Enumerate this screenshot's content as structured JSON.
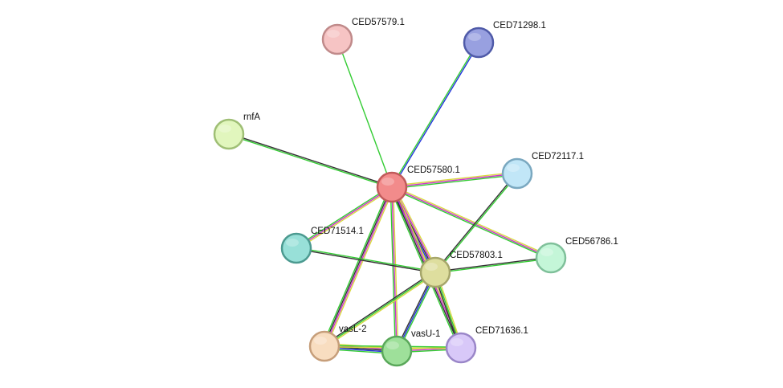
{
  "network": {
    "nodes": [
      {
        "id": "CED57580.1",
        "label": "CED57580.1",
        "color": "#f28b8b",
        "stroke": "#c05a5a"
      },
      {
        "id": "CED57579.1",
        "label": "CED57579.1",
        "color": "#f6c4c4",
        "stroke": "#c08a8a"
      },
      {
        "id": "CED71298.1",
        "label": "CED71298.1",
        "color": "#98a0e0",
        "stroke": "#4f5aa8"
      },
      {
        "id": "rnfA",
        "label": "rnfA",
        "color": "#e1f6bd",
        "stroke": "#9fbf75"
      },
      {
        "id": "CED72117.1",
        "label": "CED72117.1",
        "color": "#c1e6f7",
        "stroke": "#7aa8c0"
      },
      {
        "id": "CED71514.1",
        "label": "CED71514.1",
        "color": "#98e0d8",
        "stroke": "#4c9a90"
      },
      {
        "id": "CED56786.1",
        "label": "CED56786.1",
        "color": "#c4f6d8",
        "stroke": "#7fc09a"
      },
      {
        "id": "CED57803.1",
        "label": "CED57803.1",
        "color": "#dede9e",
        "stroke": "#a6a66a"
      },
      {
        "id": "vasL-2",
        "label": "vasL-2",
        "color": "#f8ddc0",
        "stroke": "#c69e7a"
      },
      {
        "id": "vasU-1",
        "label": "vasU-1",
        "color": "#9ee09a",
        "stroke": "#5aa85a"
      },
      {
        "id": "CED71636.1",
        "label": "CED71636.1",
        "color": "#d8c8f8",
        "stroke": "#9a86c8"
      }
    ],
    "edges": [
      {
        "source": "CED57580.1",
        "target": "CED57579.1",
        "evidence": [
          "#33cc33"
        ]
      },
      {
        "source": "CED57580.1",
        "target": "CED71298.1",
        "evidence": [
          "#33cc33",
          "#2233dd"
        ]
      },
      {
        "source": "CED57580.1",
        "target": "rnfA",
        "evidence": [
          "#33cc33",
          "#333333"
        ]
      },
      {
        "source": "CED57580.1",
        "target": "CED72117.1",
        "evidence": [
          "#d8d840",
          "#cc33cc",
          "#33cc33"
        ]
      },
      {
        "source": "CED57580.1",
        "target": "CED71514.1",
        "evidence": [
          "#d8d840",
          "#cc33cc",
          "#33cc33"
        ]
      },
      {
        "source": "CED57580.1",
        "target": "CED56786.1",
        "evidence": [
          "#d8d840",
          "#cc33cc",
          "#33cc33"
        ]
      },
      {
        "source": "CED57580.1",
        "target": "CED57803.1",
        "evidence": [
          "#d8d840",
          "#cc33cc",
          "#333333",
          "#2233dd",
          "#33cc33"
        ]
      },
      {
        "source": "CED57580.1",
        "target": "vasL-2",
        "evidence": [
          "#d8d840",
          "#cc33cc",
          "#333333",
          "#33cc33"
        ]
      },
      {
        "source": "CED57580.1",
        "target": "vasU-1",
        "evidence": [
          "#d8d840",
          "#cc33cc",
          "#33cc33"
        ]
      },
      {
        "source": "CED57580.1",
        "target": "CED71636.1",
        "evidence": [
          "#d8d840",
          "#cc33cc",
          "#333333",
          "#33cc33"
        ]
      },
      {
        "source": "CED72117.1",
        "target": "CED57803.1",
        "evidence": [
          "#33cc33",
          "#333333"
        ]
      },
      {
        "source": "CED71514.1",
        "target": "CED57803.1",
        "evidence": [
          "#33cc33",
          "#333333"
        ]
      },
      {
        "source": "CED56786.1",
        "target": "CED57803.1",
        "evidence": [
          "#33cc33",
          "#333333"
        ]
      },
      {
        "source": "CED57803.1",
        "target": "vasL-2",
        "evidence": [
          "#d8d840",
          "#33cc33",
          "#333333"
        ]
      },
      {
        "source": "CED57803.1",
        "target": "vasU-1",
        "evidence": [
          "#33cc33",
          "#2233dd",
          "#333333"
        ]
      },
      {
        "source": "CED57803.1",
        "target": "CED71636.1",
        "evidence": [
          "#d8d840",
          "#33cc33",
          "#333333"
        ]
      },
      {
        "source": "vasL-2",
        "target": "vasU-1",
        "evidence": [
          "#d8d840",
          "#cc33cc",
          "#333333",
          "#2233dd",
          "#33cc33"
        ]
      },
      {
        "source": "vasU-1",
        "target": "CED71636.1",
        "evidence": [
          "#d8d840",
          "#cc33cc",
          "#33cc33"
        ]
      },
      {
        "source": "vasL-2",
        "target": "CED71636.1",
        "evidence": [
          "#33cc33",
          "#d8d840"
        ]
      }
    ]
  }
}
